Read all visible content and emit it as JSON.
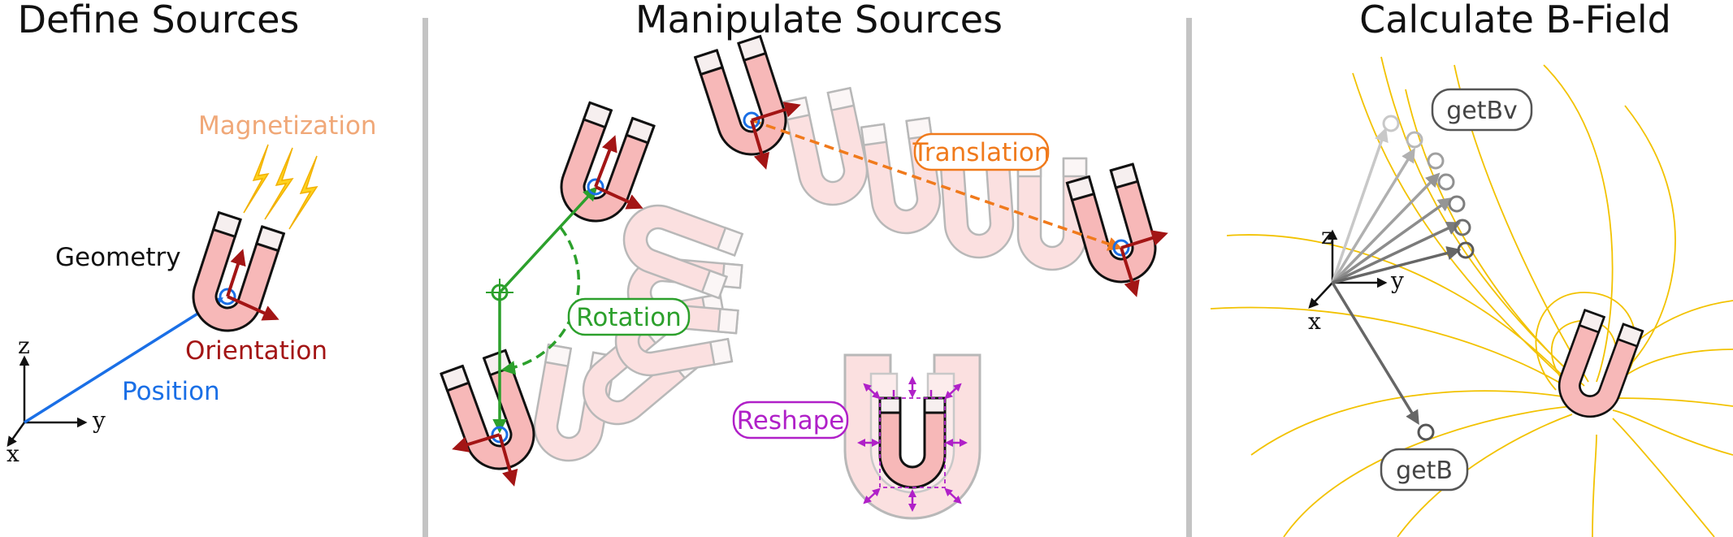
{
  "panels": [
    {
      "title": "Define Sources"
    },
    {
      "title": "Manipulate Sources"
    },
    {
      "title": "Calculate B-Field"
    }
  ],
  "define": {
    "magnetization": "Magnetization",
    "geometry": "Geometry",
    "orientation": "Orientation",
    "position": "Position"
  },
  "manipulate": {
    "translation": "Translation",
    "rotation": "Rotation",
    "reshape": "Reshape"
  },
  "field": {
    "getBv": "getBv",
    "getB": "getB"
  },
  "axes": {
    "x": "x",
    "y": "y",
    "z": "z"
  },
  "colors": {
    "magnet_fill": "#f7b8b8",
    "magnet_tip": "#f5f0f0",
    "orientation": "#a31515",
    "position": "#1a6fe6",
    "translation": "#f07a1c",
    "rotation": "#2ca02c",
    "reshape": "#b020c8",
    "field_lines": "#f2c200",
    "magnetization_text": "#f0a878"
  }
}
